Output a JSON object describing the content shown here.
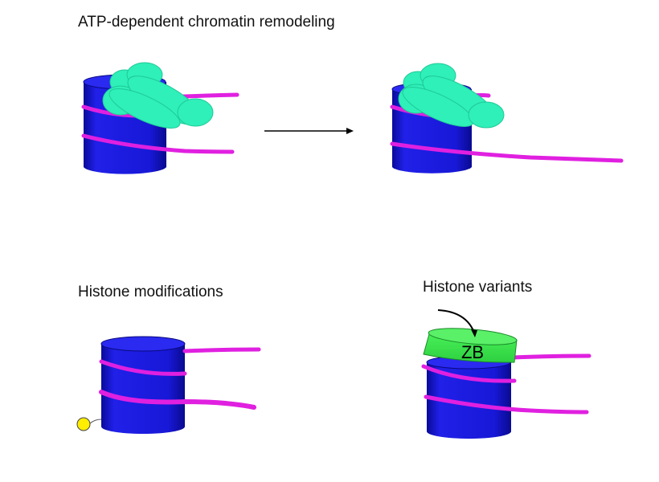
{
  "panels": {
    "remodeling": {
      "title": "ATP-dependent chromatin remodeling"
    },
    "modifications": {
      "title": "Histone modifications"
    },
    "variants": {
      "title": "Histone variants",
      "variant_label": "ZB"
    }
  },
  "colors": {
    "histone": "#1a1ae0",
    "histone_dark": "#0a0a90",
    "dna": "#e020e0",
    "remodeler": "#2ef0b8",
    "variant": "#3ce84a",
    "modification": "#ffee00",
    "arrow": "#000000"
  }
}
